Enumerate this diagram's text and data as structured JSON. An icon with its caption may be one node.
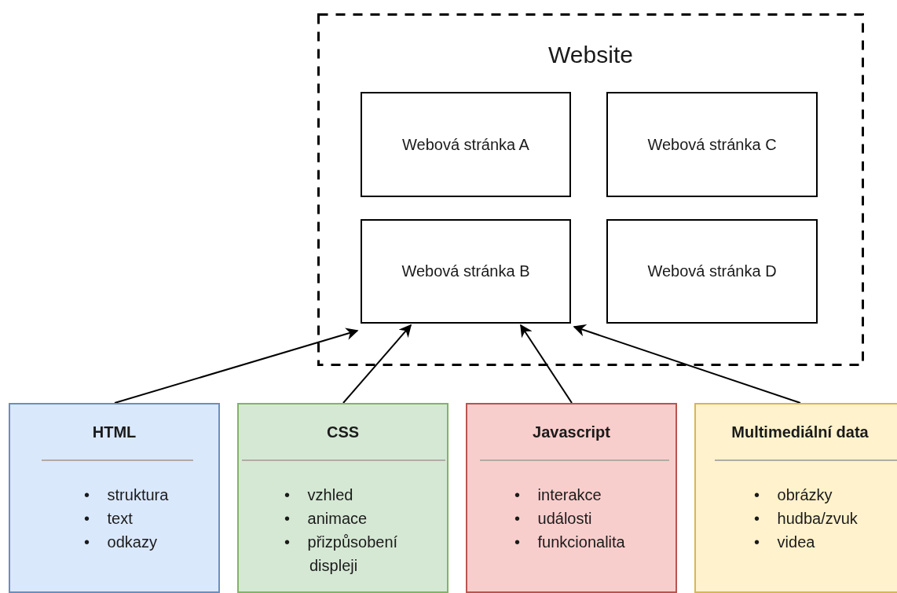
{
  "diagram": {
    "nodes": [
      {
        "text": [
          "Website"
        ]
      },
      {
        "text": [
          "Webová stránka A"
        ],
        "in": 0
      },
      {
        "text": [
          "Webová stránka C"
        ],
        "in": 0
      },
      {
        "text": [
          "Webová stránka B"
        ],
        "in": 0
      },
      {
        "text": [
          "Webová stránka D"
        ],
        "in": 0
      },
      {
        "text": [
          "HTML",
          "• struktura",
          "• text",
          "• odkazy"
        ]
      },
      {
        "text": [
          "CSS",
          "• vzhled",
          "• animace",
          "• přizpůsobení displeji"
        ]
      },
      {
        "text": [
          "Javascript",
          "• interakce",
          "• události",
          "• funkcionalita"
        ]
      },
      {
        "text": [
          "Multimediální data",
          "• obrázky",
          "• hudba/zvuk",
          "• videa"
        ]
      }
    ],
    "edges": [
      {
        "from": 5,
        "to": 3,
        "arrow": "to"
      },
      {
        "from": 6,
        "to": 3,
        "arrow": "to"
      },
      {
        "from": 7,
        "to": 3,
        "arrow": "to"
      },
      {
        "from": 8,
        "to": 3,
        "arrow": "to"
      }
    ]
  }
}
